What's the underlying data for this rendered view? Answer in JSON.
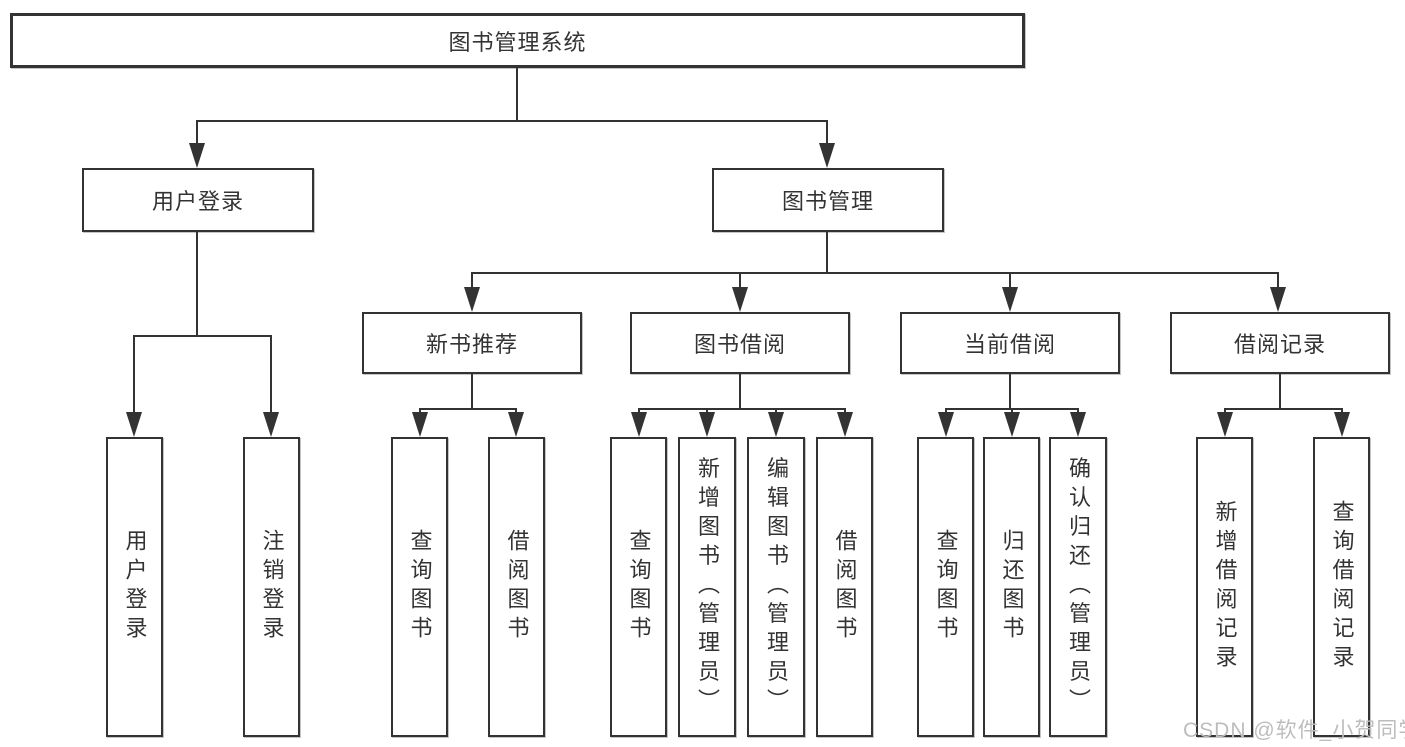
{
  "tree": {
    "label": "图书管理系统",
    "children": [
      {
        "label": "用户登录",
        "children": [
          {
            "label": "用户登录"
          },
          {
            "label": "注销登录"
          }
        ]
      },
      {
        "label": "图书管理",
        "children": [
          {
            "label": "新书推荐",
            "children": [
              {
                "label": "查询图书"
              },
              {
                "label": "借阅图书"
              }
            ]
          },
          {
            "label": "图书借阅",
            "children": [
              {
                "label": "查询图书"
              },
              {
                "label": "新增图书（管理员）"
              },
              {
                "label": "编辑图书（管理员）"
              },
              {
                "label": "借阅图书"
              }
            ]
          },
          {
            "label": "当前借阅",
            "children": [
              {
                "label": "查询图书"
              },
              {
                "label": "归还图书"
              },
              {
                "label": "确认归还（管理员）"
              }
            ]
          },
          {
            "label": "借阅记录",
            "children": [
              {
                "label": "新增借阅记录"
              },
              {
                "label": "查询借阅记录"
              }
            ]
          }
        ]
      }
    ]
  },
  "watermark": "CSDN @软件_小贺同学",
  "colors": {
    "line": "#333333",
    "text": "#333333",
    "watermark": "#bdbdbd",
    "background": "#ffffff"
  }
}
